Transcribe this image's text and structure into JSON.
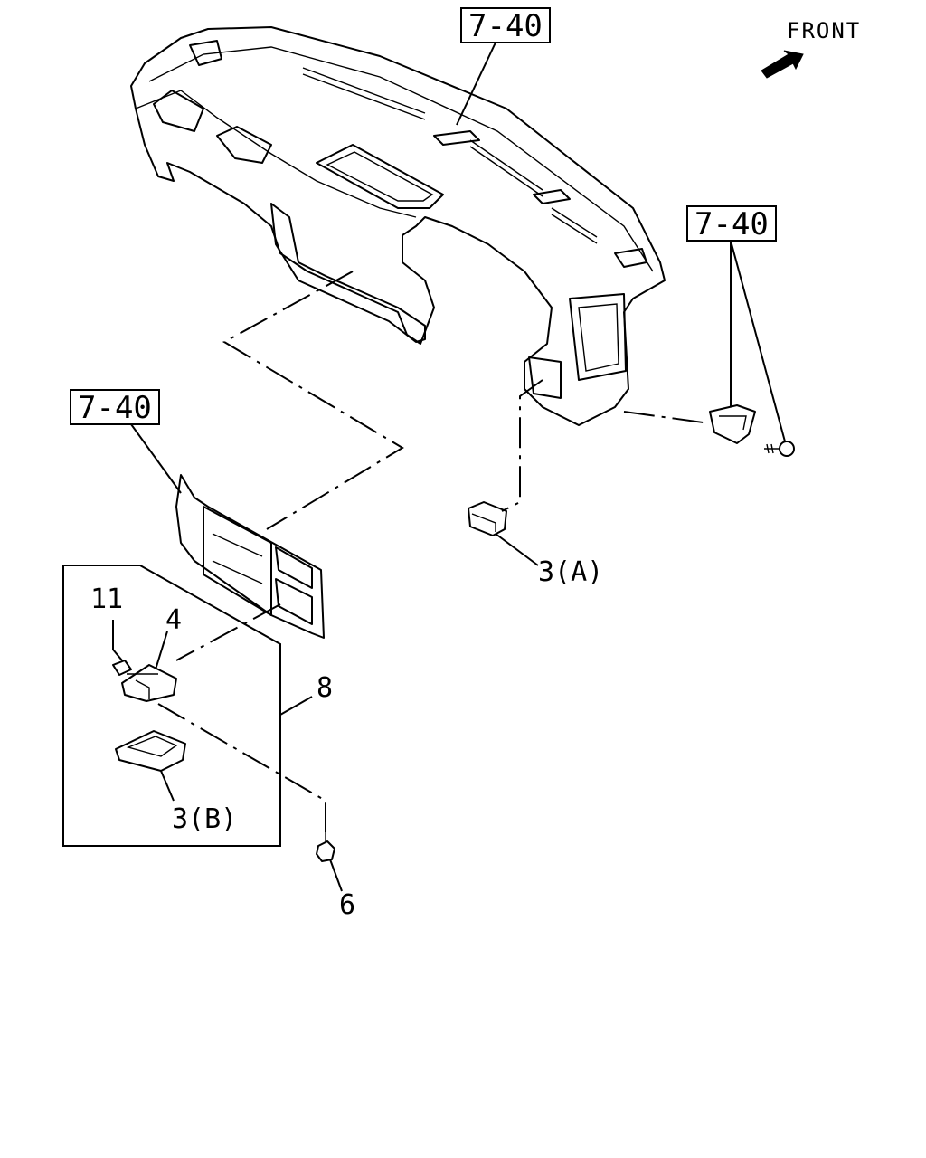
{
  "diagram": {
    "front_label": "FRONT",
    "arrow_icon": "front-arrow-icon",
    "refs": {
      "ref_top": "7-40",
      "ref_right": "7-40",
      "ref_left": "7-40"
    },
    "callouts": {
      "c_3a": "3(A)",
      "c_11": "11",
      "c_4": "4",
      "c_8": "8",
      "c_3b": "3(B)",
      "c_6": "6"
    }
  }
}
